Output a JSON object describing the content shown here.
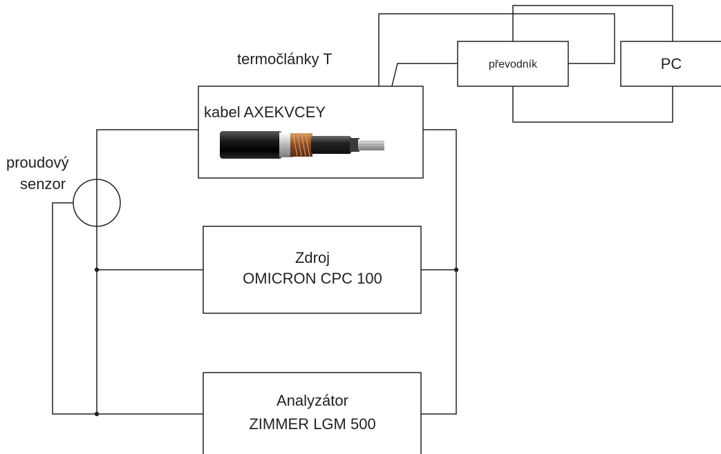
{
  "labels": {
    "thermocouples": "termočlánky T",
    "converter": "převodník",
    "pc": "PC",
    "cable": "kabel AXEKVCEY",
    "sensor_line1": "proudový",
    "sensor_line2": "senzor",
    "source_line1": "Zdroj",
    "source_line2": "OMICRON CPC 100",
    "analyzer_line1": "Analyzátor",
    "analyzer_line2": "ZIMMER LGM 500"
  },
  "colors": {
    "line": "#231f20",
    "background": "#ffffff"
  },
  "icons": {
    "cable": "cable-cross-section-image",
    "sensor": "current-sensor-circle",
    "thermocouple": "thermocouple-junction"
  }
}
